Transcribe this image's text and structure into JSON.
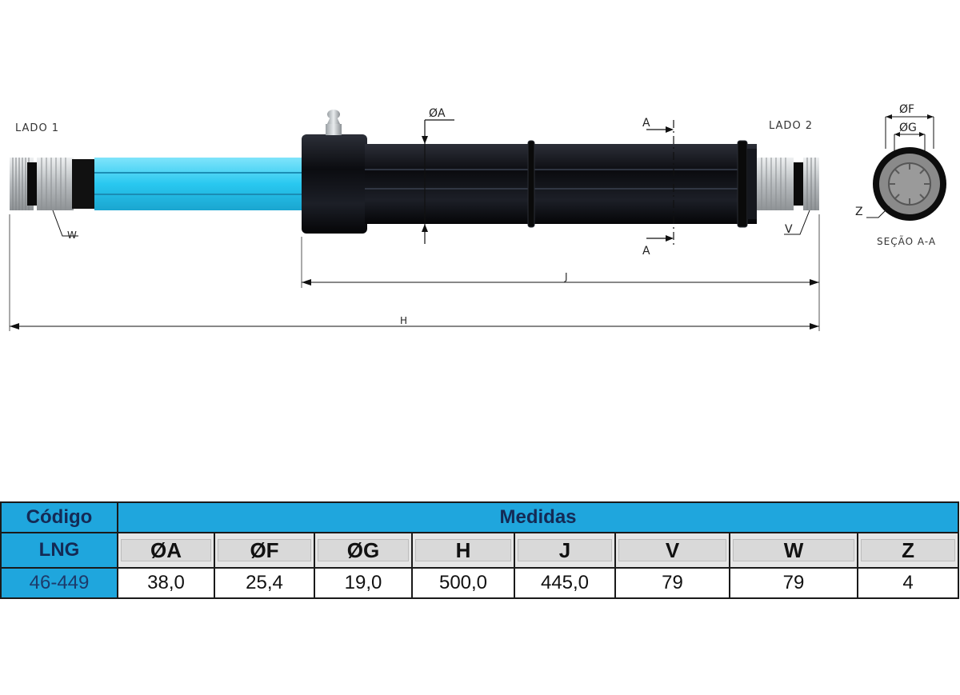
{
  "drawing": {
    "labels": {
      "side1": "LADO 1",
      "side2": "LADO 2",
      "dia_a": "ØA",
      "dia_f": "ØF",
      "dia_g": "ØG",
      "section_top": "A",
      "section_bottom": "A",
      "dim_w": "W",
      "dim_v": "V",
      "dim_z": "Z",
      "dim_j": "J",
      "dim_h": "H",
      "section_caption": "SEÇÃO A-A"
    },
    "colors": {
      "inner_shaft": "#29c8f0",
      "outer_tube": "#0d0d12",
      "spline": "#c9ccce",
      "section_fill": "#8a8a8a"
    }
  },
  "table": {
    "code_header": "Código",
    "measures_header": "Medidas",
    "brand": "LNG",
    "columns": [
      "ØA",
      "ØF",
      "ØG",
      "H",
      "J",
      "V",
      "W",
      "Z"
    ],
    "row": {
      "code": "46-449",
      "values": [
        "38,0",
        "25,4",
        "19,0",
        "500,0",
        "445,0",
        "79",
        "79",
        "4"
      ]
    }
  }
}
